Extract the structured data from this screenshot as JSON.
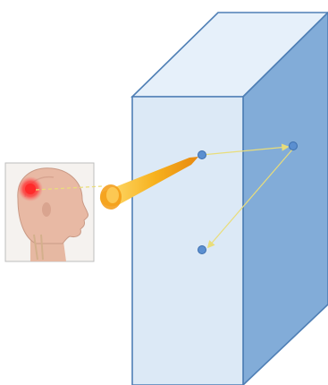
{
  "colors": {
    "background": "#ffffff",
    "block_front": "#dce9f6",
    "block_top": "#e6f0fa",
    "block_side": "#82acd8",
    "block_edge": "#4f7fb5",
    "point_fill": "#5b8fd0",
    "point_stroke": "#3d6fae",
    "beam_outer": "#f39a12",
    "beam_inner": "#ffd76a",
    "path_line": "#e9dd7a",
    "head_skin": "#e8b9a4",
    "brain_glow": "#ff2a2a",
    "thumbnail_border": "#bdbdbd"
  },
  "icons": {
    "head": "human-head-profile-icon",
    "beam": "light-cone-icon"
  },
  "points": [
    "entry-point",
    "back-point",
    "exit-point"
  ]
}
